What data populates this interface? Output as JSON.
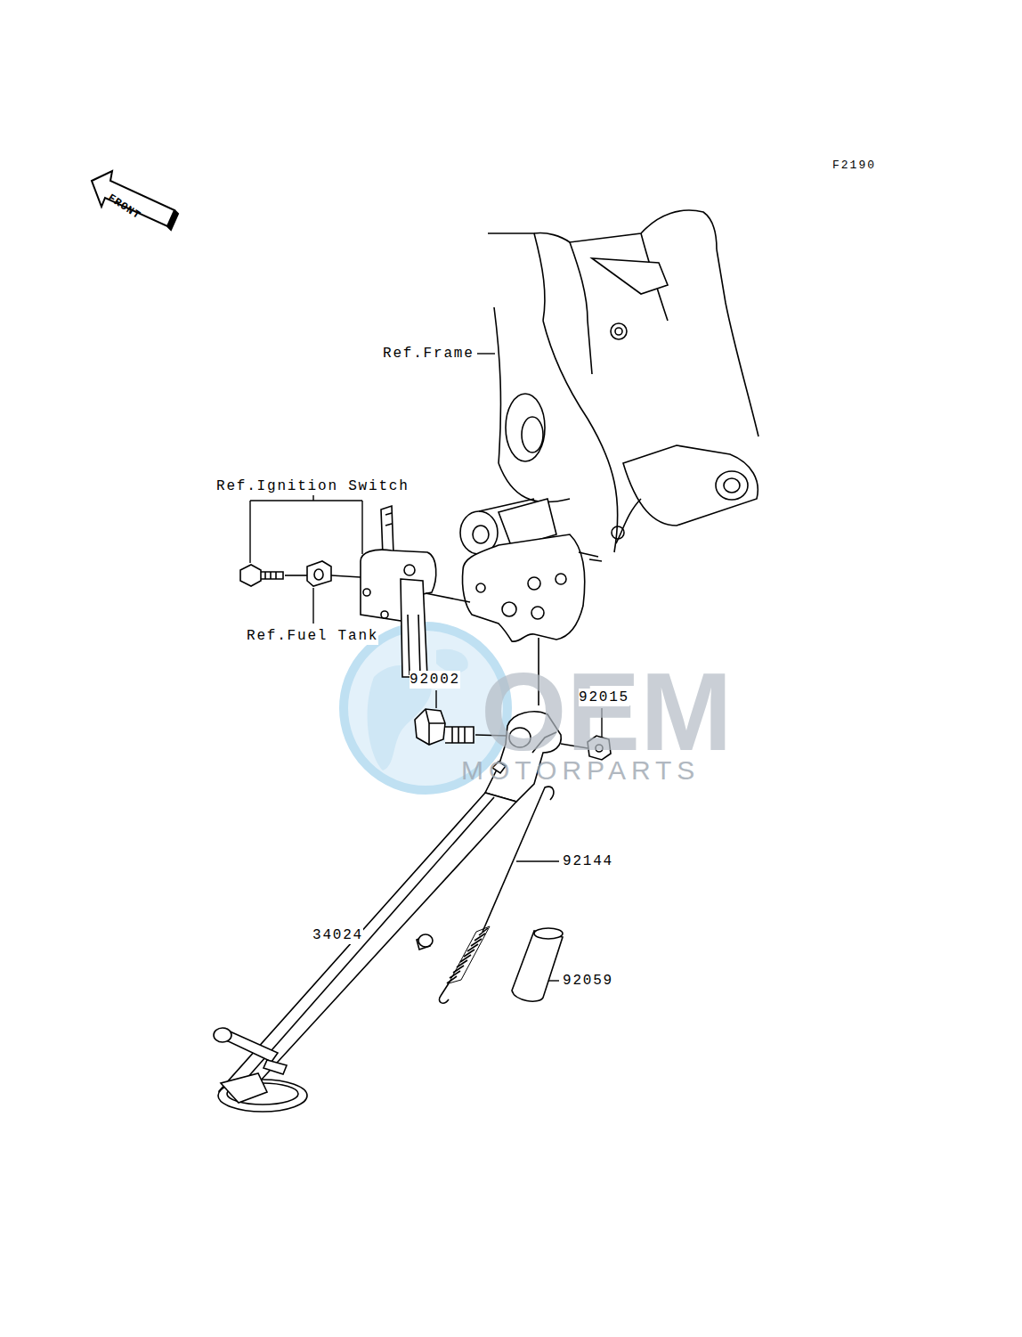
{
  "diagram": {
    "labels": [
      "FRONT",
      "F2190",
      "Ref.Frame",
      "Ref.Ignition Switch",
      "Ref.Fuel Tank",
      "92002",
      "OEM",
      "92015",
      "MOTORPARTS",
      "92144",
      "34024",
      "92059"
    ]
  }
}
